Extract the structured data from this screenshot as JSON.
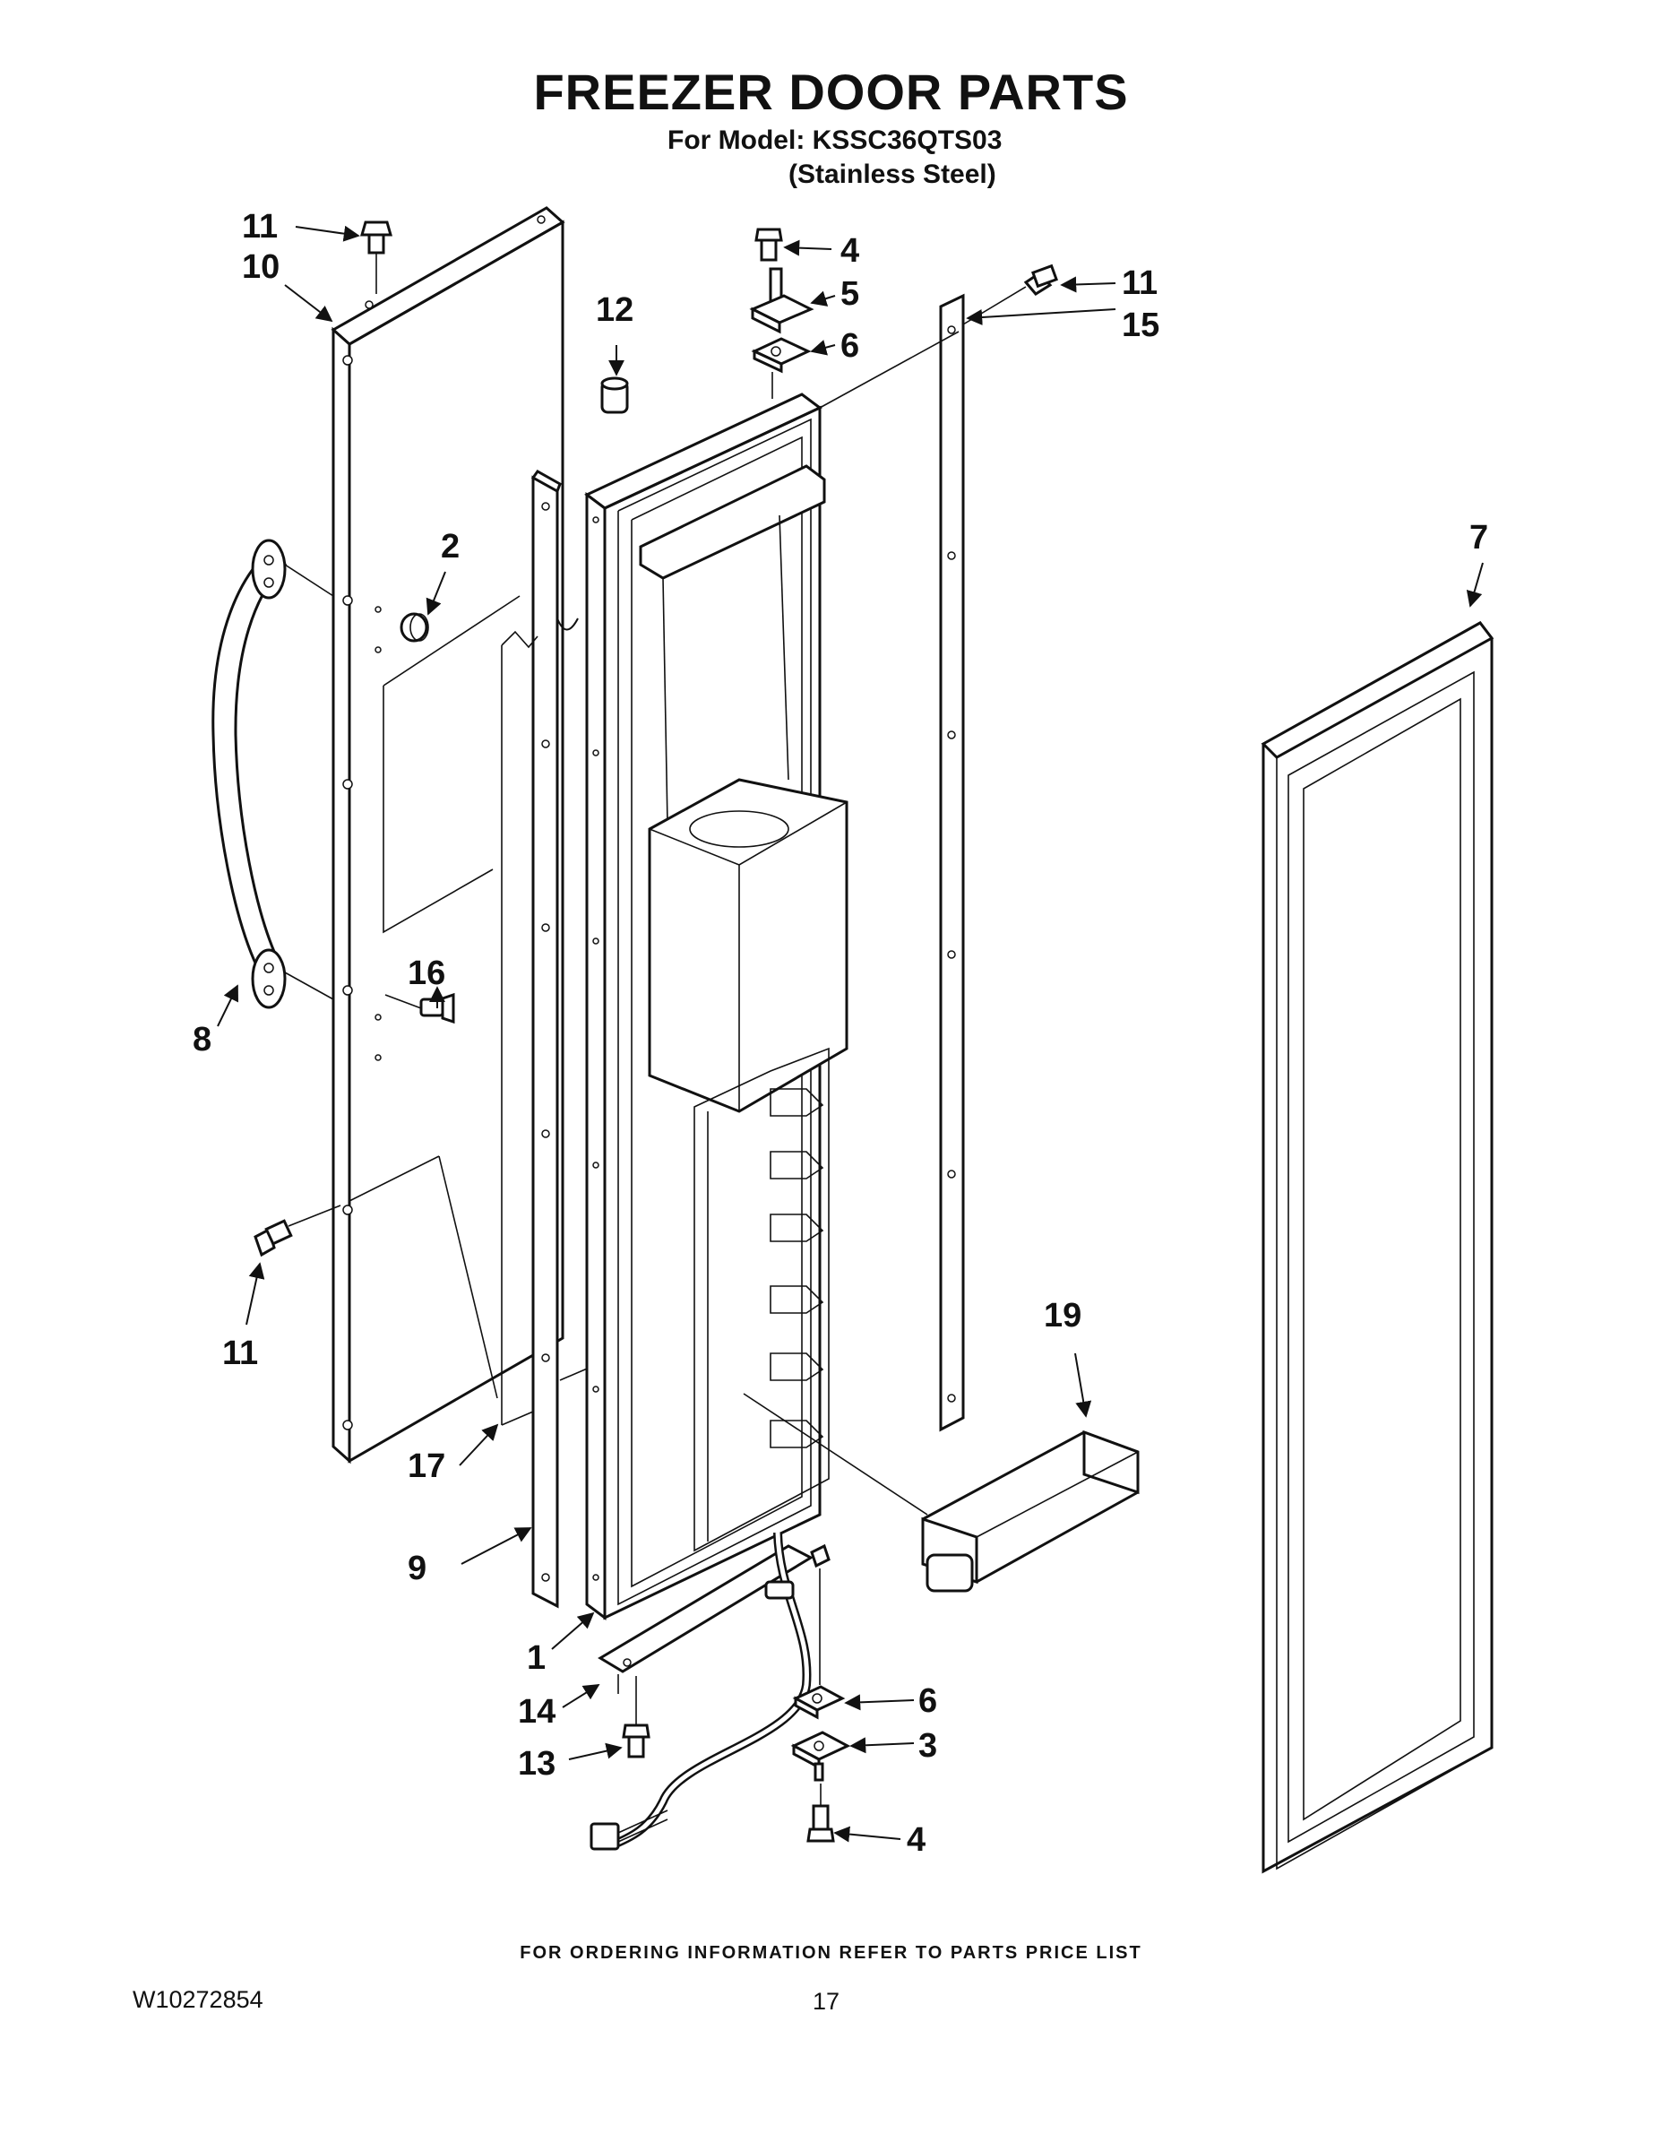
{
  "header": {
    "title": "FREEZER DOOR PARTS",
    "model_line": "For Model: KSSC36QTS03",
    "finish_line": "(Stainless Steel)"
  },
  "callouts": {
    "c11a": "11",
    "c10": "10",
    "c12": "12",
    "c4a": "4",
    "c5": "5",
    "c6a": "6",
    "c11b": "11",
    "c15": "15",
    "c2": "2",
    "c7": "7",
    "c16": "16",
    "c8": "8",
    "c11c": "11",
    "c19": "19",
    "c17": "17",
    "c9": "9",
    "c1": "1",
    "c14": "14",
    "c6b": "6",
    "c3": "3",
    "c13": "13",
    "c4b": "4"
  },
  "footer": {
    "ordering_note": "FOR ORDERING INFORMATION REFER TO PARTS PRICE LIST",
    "document_number": "W10272854",
    "page_number": "17"
  }
}
